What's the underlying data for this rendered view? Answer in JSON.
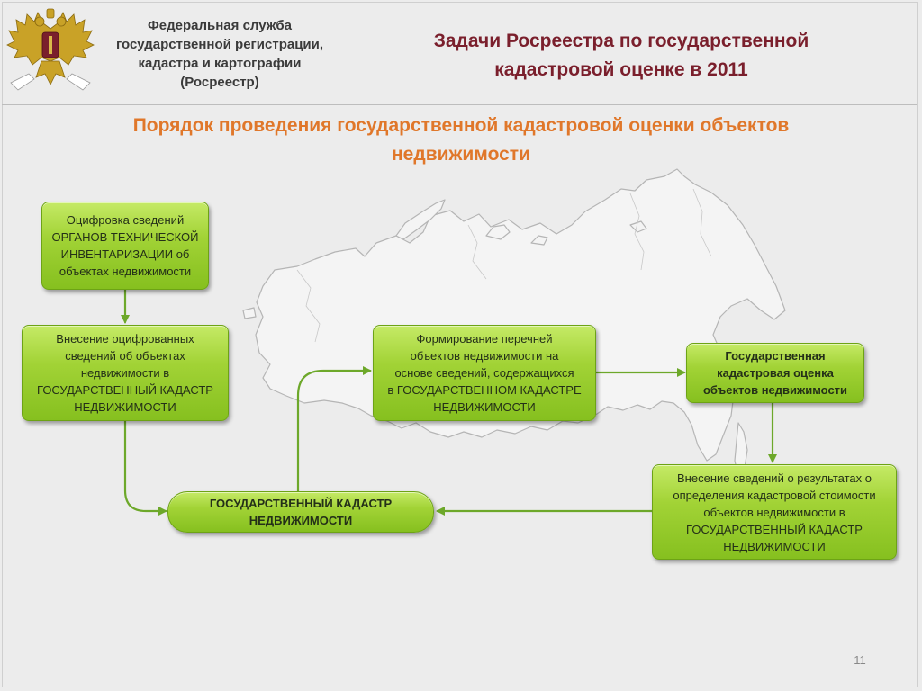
{
  "header": {
    "organization_lines": [
      "Федеральная служба",
      "государственной регистрации,",
      "кадастра и картографии",
      "(Росреестр)"
    ],
    "title_lines": [
      "Задачи Росреестра по государственной",
      "кадастровой оценке в 2011"
    ]
  },
  "subtitle_lines": [
    "Порядок проведения государственной кадастровой оценки объектов",
    "недвижимости"
  ],
  "flowchart": {
    "nodes": {
      "digitization": [
        "Оцифровка сведений",
        "ОРГАНОВ ТЕХНИЧЕСКОЙ",
        "ИНВЕНТАРИЗАЦИИ об",
        "объектах недвижимости"
      ],
      "entry": [
        "Внесение оцифрованных",
        "сведений об объектах",
        "недвижимости в",
        "ГОСУДАРСТВЕННЫЙ КАДАСТР",
        "НЕДВИЖИМОСТИ"
      ],
      "lists": [
        "Формирование перечней",
        "объектов недвижимости на",
        "основе сведений, содержащихся",
        "в ГОСУДАРСТВЕННОМ КАДАСТРЕ",
        "НЕДВИЖИМОСТИ"
      ],
      "valuation": [
        "Государственная",
        "кадастровая оценка",
        "объектов недвижимости"
      ],
      "results": [
        "Внесение сведений о результатах о",
        "определения кадастровой стоимости",
        "объектов недвижимости в",
        "ГОСУДАРСТВЕННЫЙ КАДАСТР",
        "НЕДВИЖИМОСТИ"
      ],
      "cadastre": [
        "ГОСУДАРСТВЕННЫЙ КАДАСТР",
        "НЕДВИЖИМОСТИ"
      ]
    }
  },
  "page_number": "11",
  "colors": {
    "title": "#7a1f2c",
    "subtitle": "#e0772a",
    "box_fill": "#a2d336",
    "arrow": "#6da82a",
    "map_outline": "#b5b5b5",
    "emblem_gold": "#c9a227"
  },
  "icons": {
    "emblem": "double-headed-eagle-emblem-icon"
  }
}
